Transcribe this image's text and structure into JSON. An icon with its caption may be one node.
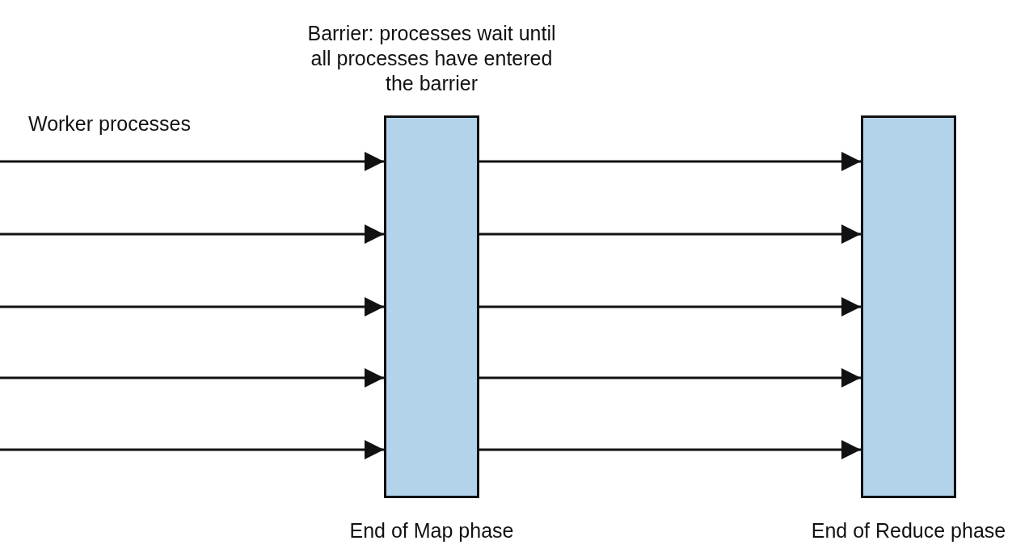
{
  "diagram": {
    "nodes": [
      {
        "text": [
          "Barrier: processes wait until all processes have entered the barrier",
          "End of Map phase"
        ]
      },
      {
        "text": [
          "End of Reduce phase"
        ]
      }
    ],
    "edges": [
      {
        "from": null,
        "to": 0,
        "arrow": "to"
      },
      {
        "from": null,
        "to": 0,
        "arrow": "to"
      },
      {
        "from": null,
        "to": 0,
        "arrow": "to"
      },
      {
        "from": null,
        "to": 0,
        "arrow": "to"
      },
      {
        "from": null,
        "to": 0,
        "arrow": "to"
      },
      {
        "from": 0,
        "to": 1,
        "arrow": "to"
      },
      {
        "from": 0,
        "to": 1,
        "arrow": "to"
      },
      {
        "from": 0,
        "to": 1,
        "arrow": "to"
      },
      {
        "from": 0,
        "to": 1,
        "arrow": "to"
      },
      {
        "from": 0,
        "to": 1,
        "arrow": "to"
      }
    ],
    "labels": [
      "Worker processes"
    ]
  }
}
